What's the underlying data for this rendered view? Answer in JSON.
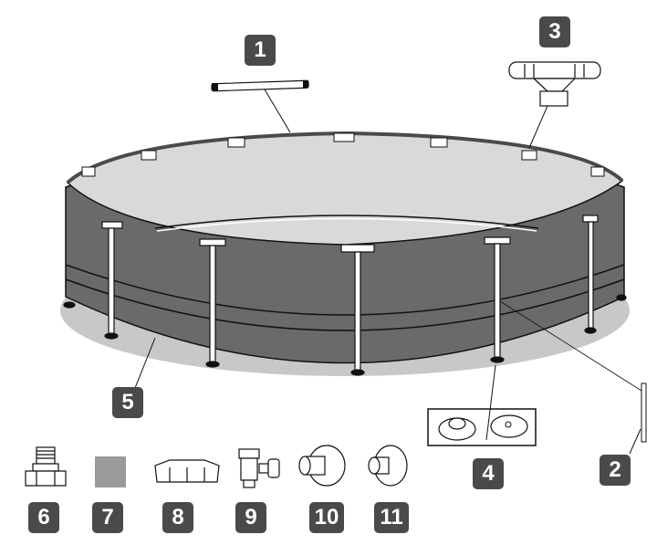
{
  "diagram": {
    "type": "pool-parts-list",
    "colors": {
      "badge_bg": "#4a4a4a",
      "badge_text": "#ffffff",
      "pool_wall": "#6a6a6a",
      "pool_interior": "#d9d9d9",
      "frame": "#ffffff",
      "outline": "#111111",
      "ground_shadow": "#c8c8c8",
      "patch": "#9a9a9a"
    },
    "parts": [
      {
        "id": "1",
        "label": "1",
        "name": "horizontal-beam"
      },
      {
        "id": "2",
        "label": "2",
        "name": "vertical-leg-rod"
      },
      {
        "id": "3",
        "label": "3",
        "name": "t-joint-connector"
      },
      {
        "id": "4",
        "label": "4",
        "name": "leg-foot-caps"
      },
      {
        "id": "5",
        "label": "5",
        "name": "pool-liner"
      },
      {
        "id": "6",
        "label": "6",
        "name": "drain-valve-adapter"
      },
      {
        "id": "7",
        "label": "7",
        "name": "repair-patch"
      },
      {
        "id": "8",
        "label": "8",
        "name": "drain-cap"
      },
      {
        "id": "9",
        "label": "9",
        "name": "flow-control-valve"
      },
      {
        "id": "10",
        "label": "10",
        "name": "strainer-connector"
      },
      {
        "id": "11",
        "label": "11",
        "name": "inlet-connector"
      }
    ]
  }
}
